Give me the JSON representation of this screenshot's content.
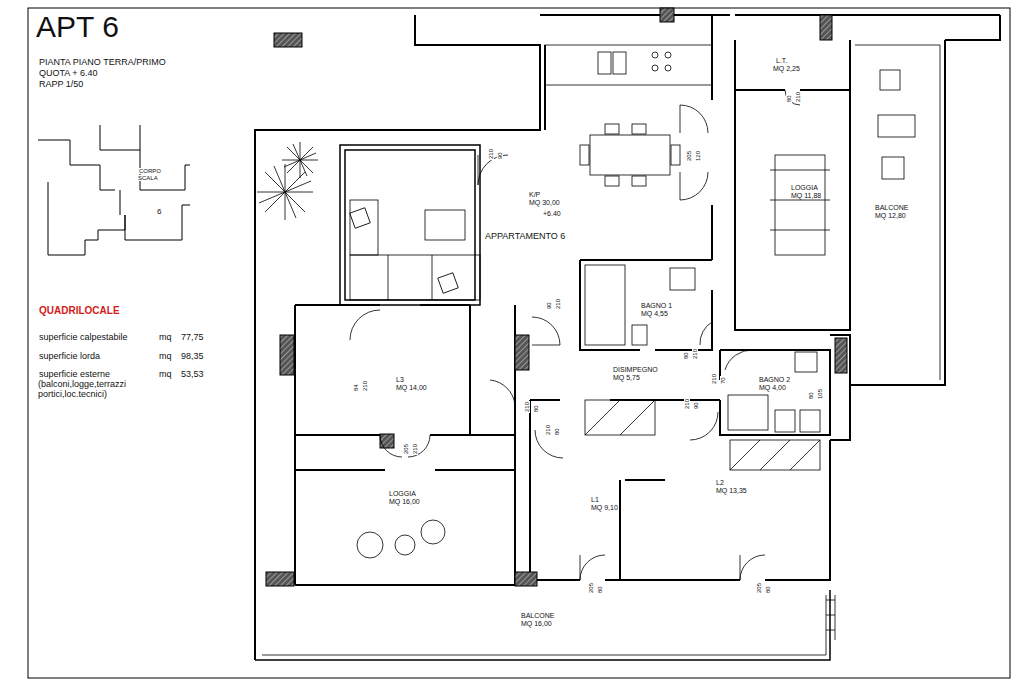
{
  "diagram": {
    "title": "APT 6",
    "labels": [
      "PIANTA PIANO TERRA/PRIMO",
      "QUOTA + 6.40",
      "RAPP 1/50",
      "CORPO SCALA",
      "6",
      "QUADRILOCALE",
      "superficie calpestabile",
      "mq",
      "77,75",
      "superficie lorda",
      "mq",
      "98,35",
      "superficie esterne (balconi,logge,terrazzi portici,loc.tecnici)",
      "mq",
      "53,53",
      "L.T.",
      "MQ 2,25",
      "LOGGIA",
      "MQ 11,88",
      "BALCONE",
      "MQ 12,80",
      "K/P",
      "MQ 30,00",
      "+6.40",
      "APPARTAMENTO 6",
      "BAGNO 1",
      "MQ 4,55",
      "DISIMPEGNO",
      "MQ 5,75",
      "BAGNO 2",
      "MQ 4,00",
      "L3",
      "MQ 14,00",
      "LOGGIA",
      "MQ 16,00",
      "L1",
      "MQ 9,10",
      "L2",
      "MQ 13,35",
      "BALCONE",
      "MQ 16,00",
      "210",
      "90",
      "80",
      "210",
      "205",
      "120",
      "90",
      "210",
      "80",
      "210",
      "210",
      "70",
      "80",
      "105",
      "84",
      "210",
      "210",
      "80",
      "210",
      "80",
      "210",
      "90",
      "205",
      "210",
      "205",
      "80",
      "205",
      "80"
    ]
  }
}
